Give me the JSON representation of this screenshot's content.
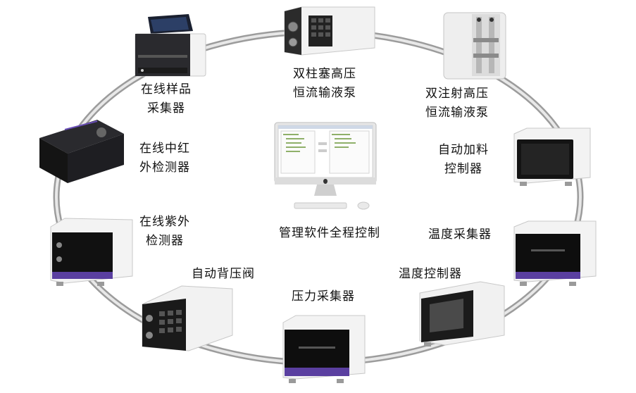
{
  "devices": [
    {
      "id": "sampler",
      "lines": [
        "在线样品",
        "采集器"
      ]
    },
    {
      "id": "dual-piston-pump",
      "lines": [
        "双柱塞高压",
        "恒流输液泵"
      ]
    },
    {
      "id": "dual-syringe-pump",
      "lines": [
        "双注射高压",
        "恒流输液泵"
      ]
    },
    {
      "id": "auto-feed-controller",
      "lines": [
        "自动加料",
        "控制器"
      ]
    },
    {
      "id": "temp-collector",
      "lines": [
        "温度采集器"
      ]
    },
    {
      "id": "temp-controller",
      "lines": [
        "温度控制器"
      ]
    },
    {
      "id": "pressure-collector",
      "lines": [
        "压力采集器"
      ]
    },
    {
      "id": "back-pressure-valve",
      "lines": [
        "自动背压阀"
      ]
    },
    {
      "id": "uv-detector",
      "lines": [
        "在线紫外",
        "检测器"
      ]
    },
    {
      "id": "ir-detector",
      "lines": [
        "在线中红",
        "外检测器"
      ]
    }
  ],
  "center": {
    "label": "管理软件全程控制"
  },
  "colors": {
    "ring": "#a9a9a9",
    "ring_inner": "#efefef",
    "accent": "#5a3fa0",
    "device_body": "#f1f1f1",
    "device_dark": "#151515"
  }
}
